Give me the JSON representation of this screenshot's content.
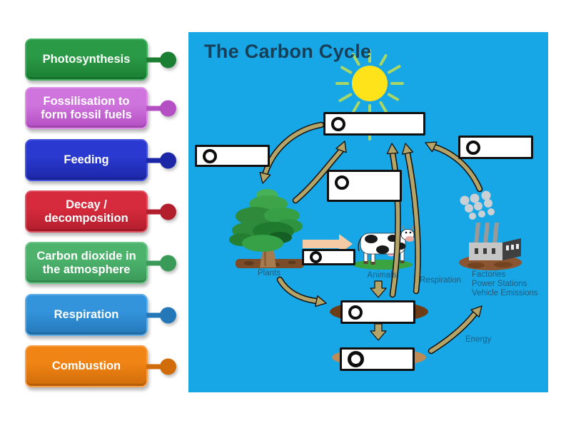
{
  "colors": {
    "background": "#17A6E6",
    "arrow": "#B5A468",
    "arrow_outline": "#0d0d0d",
    "caption_text": "#1E5C7C",
    "title_text": "#173F58",
    "drop_box_border": "#101010",
    "drop_box_bg": "#ffffff",
    "feeding_arrow": "#F4CBA4",
    "sun": "#FFE31A",
    "sun_rays": "#A8D766"
  },
  "sidebar": {
    "labels": [
      {
        "text": "Photosynthesis",
        "colors": {
          "edge": "#44B163",
          "top": "#2A9A46",
          "bottom": "#1B7F33"
        }
      },
      {
        "text": "Fossilisation to form fossil fuels",
        "colors": {
          "edge": "#DD8FE6",
          "top": "#CF74DC",
          "bottom": "#B44FC4"
        }
      },
      {
        "text": "Feeding",
        "colors": {
          "edge": "#4754DD",
          "top": "#2A39CF",
          "bottom": "#1C27A8"
        }
      },
      {
        "text": "Decay / decomposition",
        "colors": {
          "edge": "#E05260",
          "top": "#D62B3C",
          "bottom": "#B31E2D"
        }
      },
      {
        "text": "Carbon dioxide in the atmosphere",
        "colors": {
          "edge": "#6FC78C",
          "top": "#4CB26C",
          "bottom": "#3A9A58"
        }
      },
      {
        "text": "Respiration",
        "colors": {
          "edge": "#5FAEE8",
          "top": "#3393DB",
          "bottom": "#2578B8"
        }
      },
      {
        "text": "Combustion",
        "colors": {
          "edge": "#F9A04C",
          "top": "#F08414",
          "bottom": "#D06C0A"
        }
      }
    ]
  },
  "diagram": {
    "title": "The Carbon Cycle",
    "captions": {
      "plants": "Plants",
      "animals": "Animals",
      "respiration": "Respiration",
      "factories": [
        "Factories",
        "Power Stations",
        "Vehicle Emissions"
      ],
      "energy": "Energy"
    }
  }
}
